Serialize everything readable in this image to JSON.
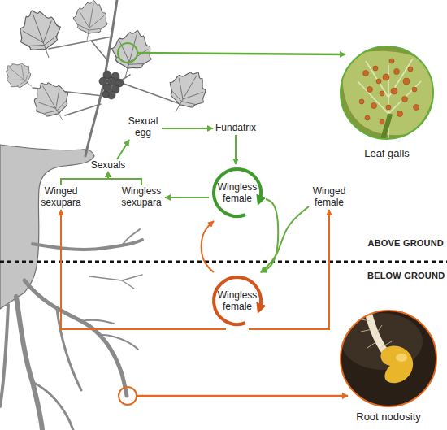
{
  "diagram": {
    "nodes": [
      {
        "text": [
          "Leaf galls"
        ]
      },
      {
        "text": [
          "Sexual egg"
        ]
      },
      {
        "text": [
          "Fundatrix"
        ]
      },
      {
        "text": [
          "Sexuals"
        ]
      },
      {
        "text": [
          "Wingless female"
        ]
      },
      {
        "text": [
          "Winged sexupara"
        ]
      },
      {
        "text": [
          "Wingless sexupara"
        ]
      },
      {
        "text": [
          "Winged female"
        ]
      },
      {
        "text": [
          "Wingless female"
        ]
      },
      {
        "text": [
          "Root nodosity"
        ]
      }
    ],
    "edges": [
      {
        "from": 1,
        "to": 2,
        "arrow": "to"
      },
      {
        "from": 2,
        "to": 4,
        "arrow": "to"
      },
      {
        "from": 4,
        "to": 6,
        "arrow": "to"
      },
      {
        "from": 5,
        "to": 3,
        "arrow": "to"
      },
      {
        "from": 6,
        "to": 3,
        "arrow": "to"
      },
      {
        "from": 3,
        "to": 1,
        "arrow": "to"
      },
      {
        "from": 4,
        "to": 8,
        "arrow": "to"
      },
      {
        "from": 7,
        "to": 8,
        "arrow": "to"
      },
      {
        "from": 8,
        "to": 4,
        "arrow": "to"
      },
      {
        "from": 8,
        "to": 5,
        "arrow": "to"
      },
      {
        "from": 8,
        "to": 7,
        "arrow": "to"
      }
    ],
    "labels": [
      "ABOVE GROUND",
      "BELOW GROUND"
    ]
  }
}
